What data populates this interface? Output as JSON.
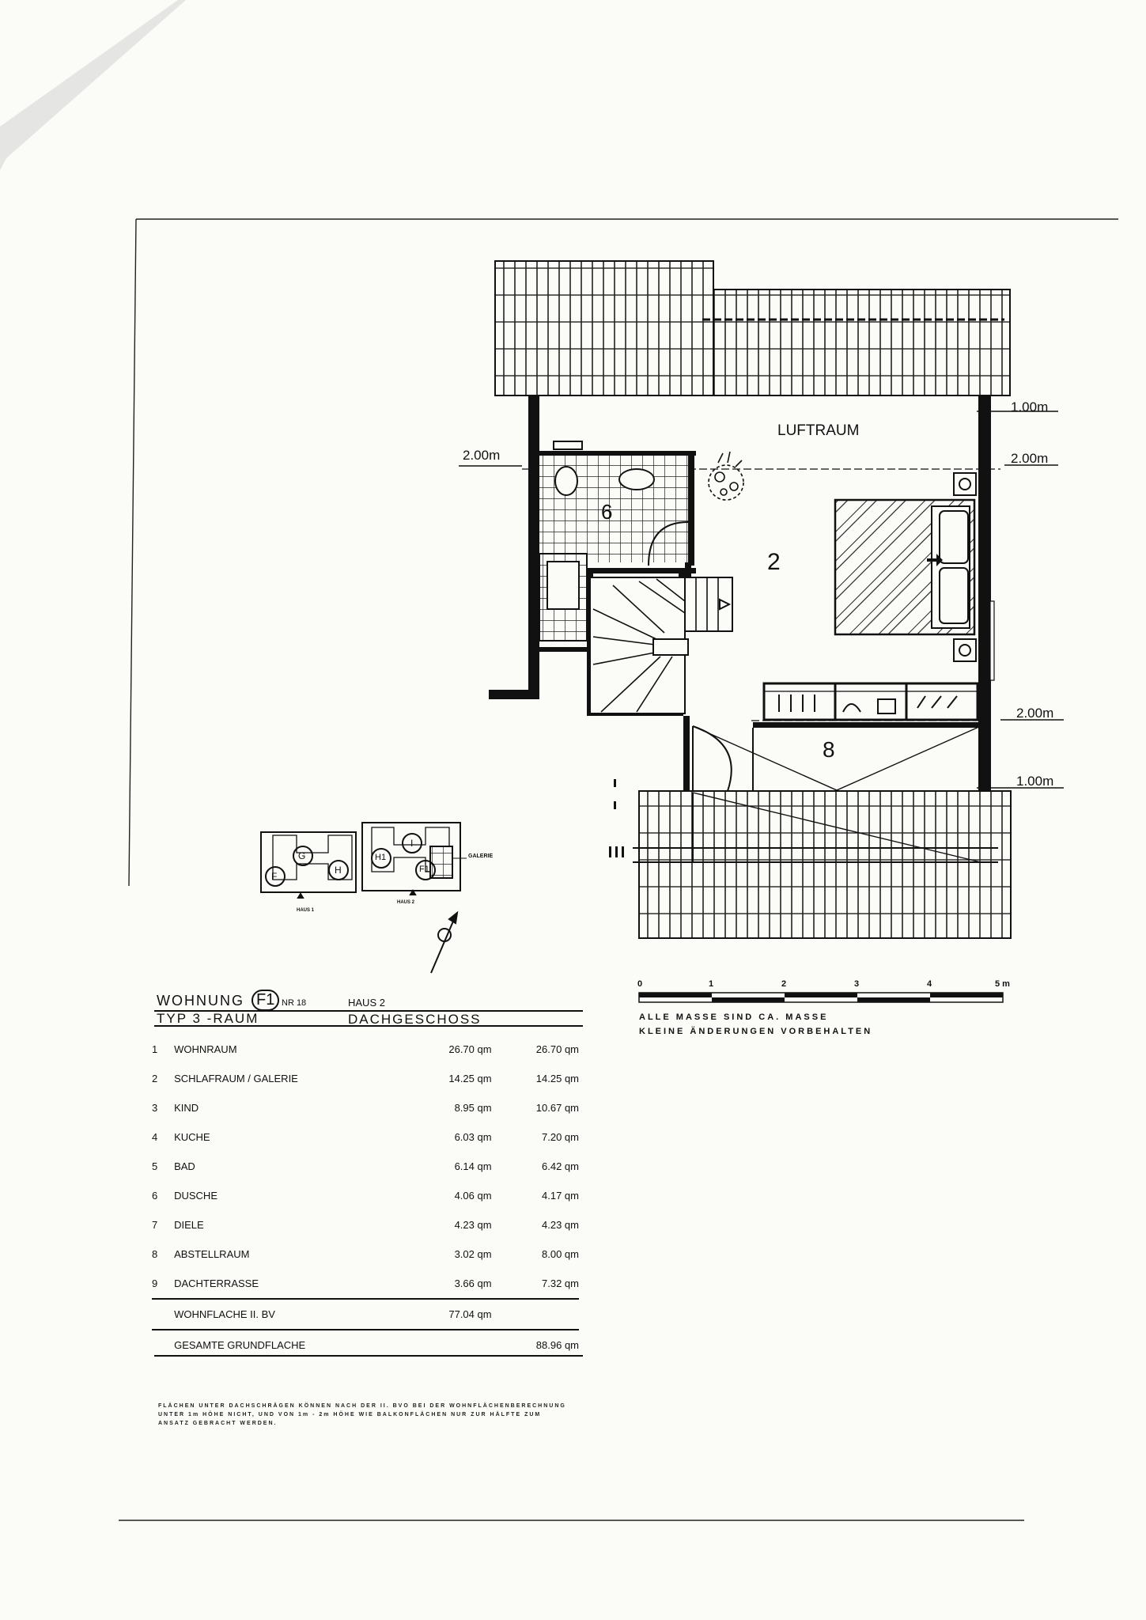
{
  "plan": {
    "luftraum_label": "LUFTRAUM",
    "room_numbers": [
      "6",
      "2",
      "8"
    ],
    "dimensions": {
      "top_right_1": "1.00m",
      "top_right_2": "2.00m",
      "left": "2.00m",
      "bottom_right_2": "2.00m",
      "bottom_right_1": "1.00m"
    }
  },
  "site_plan": {
    "units_haus1": [
      "G",
      "F",
      "H"
    ],
    "units_haus2": [
      "I",
      "H1",
      "F1"
    ],
    "galerie_label": "GALERIE",
    "haus1_label": "HAUS 1",
    "haus2_label": "HAUS 2"
  },
  "scale": {
    "ticks": [
      "0",
      "1",
      "2",
      "3",
      "4",
      "5 m"
    ],
    "note_line1": "ALLE MASSE SIND CA. MASSE",
    "note_line2": "KLEINE ÄNDERUNGEN VORBEHALTEN"
  },
  "apartment": {
    "wohnung_label": "WOHNUNG",
    "unit_id": "F1",
    "nr_label": "NR 18",
    "haus": "HAUS 2",
    "typ": "TYP 3 -RAUM",
    "floor": "DACHGESCHOSS",
    "rooms": [
      {
        "num": "1",
        "name": "WOHNRAUM",
        "area1": "26.70 qm",
        "area2": "26.70 qm"
      },
      {
        "num": "2",
        "name": "SCHLAFRAUM / GALERIE",
        "area1": "14.25 qm",
        "area2": "14.25 qm"
      },
      {
        "num": "3",
        "name": "KIND",
        "area1": "8.95 qm",
        "area2": "10.67 qm"
      },
      {
        "num": "4",
        "name": "KUCHE",
        "area1": "6.03 qm",
        "area2": "7.20 qm"
      },
      {
        "num": "5",
        "name": "BAD",
        "area1": "6.14 qm",
        "area2": "6.42 qm"
      },
      {
        "num": "6",
        "name": "DUSCHE",
        "area1": "4.06 qm",
        "area2": "4.17 qm"
      },
      {
        "num": "7",
        "name": "DIELE",
        "area1": "4.23 qm",
        "area2": "4.23 qm"
      },
      {
        "num": "8",
        "name": "ABSTELLRAUM",
        "area1": "3.02 qm",
        "area2": "8.00 qm"
      },
      {
        "num": "9",
        "name": "DACHTERRASSE",
        "area1": "3.66 qm",
        "area2": "7.32 qm"
      }
    ],
    "wohnflaeche_label": "WOHNFLACHE II. BV",
    "wohnflaeche_value": "77.04 qm",
    "grundflaeche_label": "GESAMTE GRUNDFLACHE",
    "grundflaeche_value": "88.96 qm",
    "footnote": "FLÄCHEN UNTER DACHSCHRÄGEN KÖNNEN NACH DER II. BVO BEI DER WOHNFLÄCHENBERECHNUNG UNTER 1m HÖHE NICHT, UND VON 1m - 2m HÖHE WIE BALKONFLÄCHEN NUR ZUR HÄLFTE ZUM ANSATZ GEBRACHT WERDEN."
  }
}
